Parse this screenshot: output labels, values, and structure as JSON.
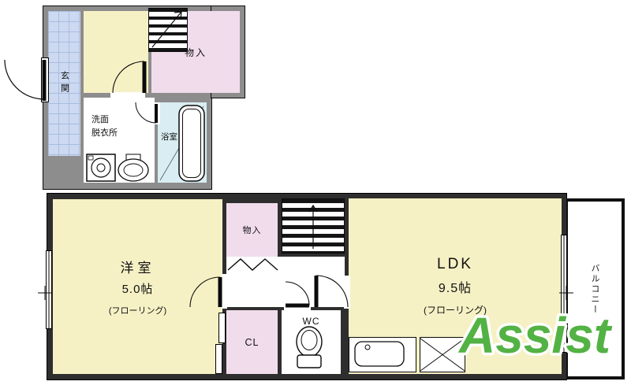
{
  "colors": {
    "room_floor_yellow": "#f6f1c5",
    "storage_floor_pink": "#f1dcec",
    "bath_floor_blue": "#d9edf2",
    "entry_tile_blue": "#cdd9f1",
    "wall_gray": "#8d8d8d",
    "wall_dark": "#2e2e2e",
    "logo_green": "#53b244"
  },
  "upper_floor": {
    "entrance_label": "玄関",
    "storage_label": "物入",
    "washroom_label_line1": "洗面",
    "washroom_label_line2": "脱衣所",
    "bathroom_label": "浴室"
  },
  "lower_floor": {
    "western_room": {
      "name": "洋室",
      "area": "5.0帖",
      "floor_note": "(フローリング)"
    },
    "storage_label": "物入",
    "ldk": {
      "name": "LDK",
      "area": "9.5帖",
      "floor_note": "(フローリング)"
    },
    "wc_label": "WC",
    "closet_label": "CL",
    "balcony_label": "バルコニー"
  },
  "watermark": {
    "brand": "Assist"
  }
}
